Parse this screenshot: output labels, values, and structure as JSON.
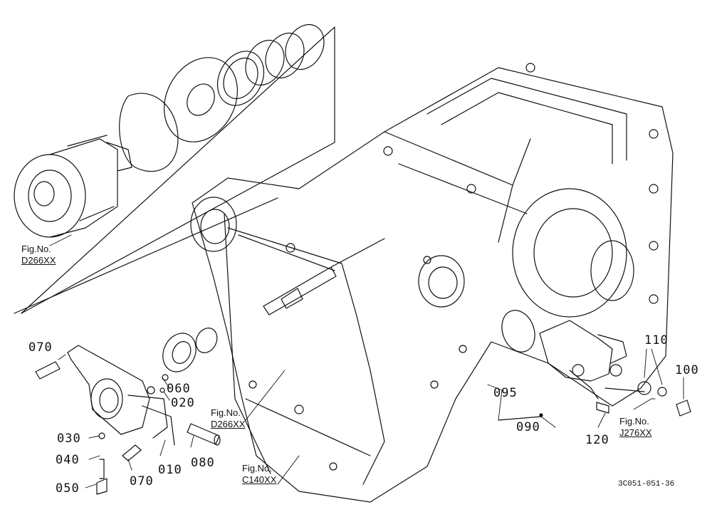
{
  "callouts": [
    {
      "id": "070a",
      "text": "070"
    },
    {
      "id": "060",
      "text": "060"
    },
    {
      "id": "020",
      "text": "020"
    },
    {
      "id": "030",
      "text": "030"
    },
    {
      "id": "040",
      "text": "040"
    },
    {
      "id": "050",
      "text": "050"
    },
    {
      "id": "070b",
      "text": "070"
    },
    {
      "id": "010",
      "text": "010"
    },
    {
      "id": "080",
      "text": "080"
    },
    {
      "id": "095",
      "text": "095"
    },
    {
      "id": "090",
      "text": "090"
    },
    {
      "id": "110",
      "text": "110"
    },
    {
      "id": "100",
      "text": "100"
    },
    {
      "id": "120",
      "text": "120"
    }
  ],
  "figure_refs": [
    {
      "id": "d266-top",
      "label": "Fig.No.",
      "number": "D266XX"
    },
    {
      "id": "d266-mid",
      "label": "Fig.No.",
      "number": "D266XX"
    },
    {
      "id": "c140",
      "label": "Fig.No.",
      "number": "C140XX"
    },
    {
      "id": "j276",
      "label": "Fig.No.",
      "number": "J276XX"
    }
  ],
  "drawing_code": "3C051-051-36"
}
